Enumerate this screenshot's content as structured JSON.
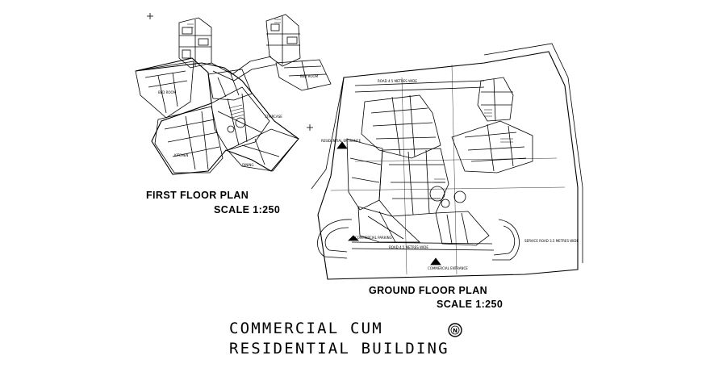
{
  "plans": {
    "first_floor": {
      "title": "FIRST FLOOR PLAN",
      "scale": "SCALE 1:250"
    },
    "ground_floor": {
      "title": "GROUND FLOOR PLAN",
      "scale": "SCALE 1:250"
    }
  },
  "project": {
    "title_line1": "COMMERCIAL CUM",
    "title_line2": "RESIDENTIAL BUILDING"
  },
  "north_symbol": {
    "letter": "N"
  },
  "site_annotations": {
    "road_top": "ROAD 4.5 METRES WIDE",
    "road_bottom": "ROAD 4.5 METRES WIDE",
    "residential_entrance": "RESIDENTIAL ENTRANCE",
    "commercial_parking": "COMMERCIAL PARKING",
    "commercial_entrance": "COMMERCIAL ENTRANCE",
    "service_road": "SERVICE ROAD 3.5 METRES WIDE",
    "staircase": "STAIRCASE"
  }
}
